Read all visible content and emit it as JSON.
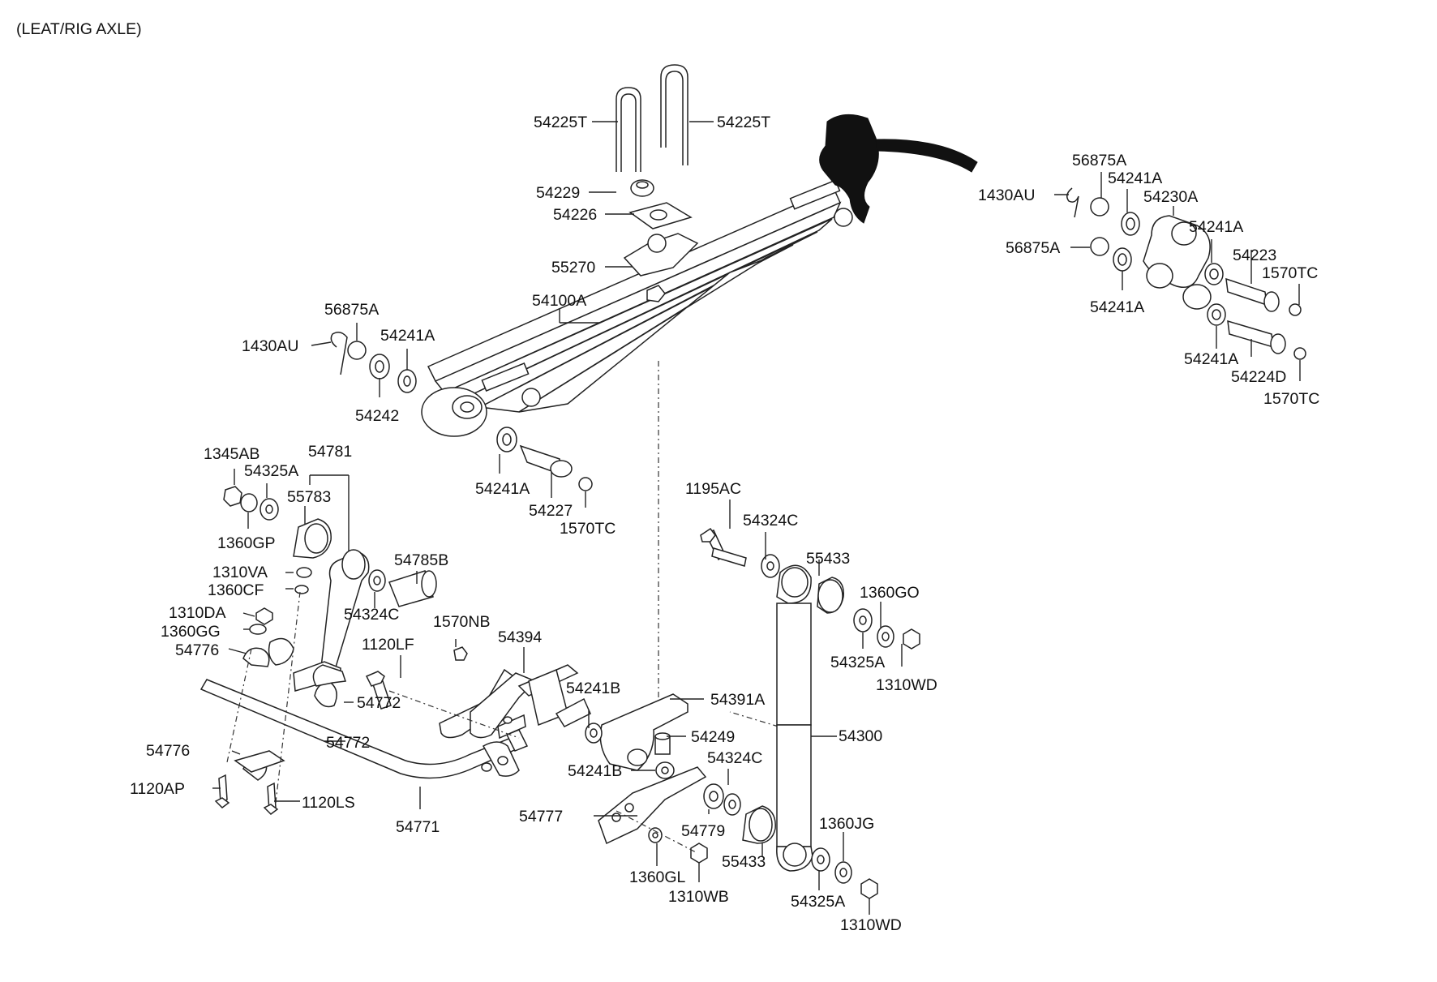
{
  "title": "(LEAT/RIG AXLE)",
  "callouts": [
    {
      "id": "u-bolt-front",
      "text": "54225T"
    },
    {
      "id": "u-bolt-rear",
      "text": "54225T"
    },
    {
      "id": "u-bolt-nut",
      "text": "54229"
    },
    {
      "id": "u-bolt-plate",
      "text": "54226"
    },
    {
      "id": "clamp-bracket",
      "text": "55270"
    },
    {
      "id": "leaf-spring",
      "text": "54100A"
    },
    {
      "id": "front-eye-washer-cap",
      "text": "56875A"
    },
    {
      "id": "front-cotter-pin",
      "text": "1430AU"
    },
    {
      "id": "front-eye-washer-a",
      "text": "54241A"
    },
    {
      "id": "front-eye-bushing",
      "text": "54242"
    },
    {
      "id": "front-eye-washer-b",
      "text": "54241A"
    },
    {
      "id": "front-pin",
      "text": "54227"
    },
    {
      "id": "front-grease",
      "text": "1570TC"
    },
    {
      "id": "shackle-cap-top",
      "text": "56875A"
    },
    {
      "id": "shackle-washer-top",
      "text": "54241A"
    },
    {
      "id": "shackle-cotter",
      "text": "1430AU"
    },
    {
      "id": "shackle",
      "text": "54230A"
    },
    {
      "id": "shackle-cap-mid",
      "text": "56875A"
    },
    {
      "id": "shackle-washer-mid",
      "text": "54241A"
    },
    {
      "id": "shackle-pin-upper",
      "text": "54223"
    },
    {
      "id": "shackle-grease-upper",
      "text": "1570TC"
    },
    {
      "id": "shackle-washer-left",
      "text": "54241A"
    },
    {
      "id": "shackle-washer-low",
      "text": "54241A"
    },
    {
      "id": "shackle-pin-lower",
      "text": "54224D"
    },
    {
      "id": "shackle-grease-lower",
      "text": "1570TC"
    },
    {
      "id": "link-nut",
      "text": "1345AB"
    },
    {
      "id": "link-bush-washer",
      "text": "54325A"
    },
    {
      "id": "link-assembly",
      "text": "54781"
    },
    {
      "id": "link-bushing",
      "text": "55783"
    },
    {
      "id": "link-washer-gp",
      "text": "1360GP"
    },
    {
      "id": "link-nut-va",
      "text": "1310VA"
    },
    {
      "id": "link-washer-cf",
      "text": "1360CF"
    },
    {
      "id": "link-pin",
      "text": "54785B"
    },
    {
      "id": "link-nut-da",
      "text": "1310DA"
    },
    {
      "id": "link-washer-gg",
      "text": "1360GG"
    },
    {
      "id": "link-washer-324",
      "text": "54324C"
    },
    {
      "id": "grease-nb",
      "text": "1570NB"
    },
    {
      "id": "bracket-54394",
      "text": "54394"
    },
    {
      "id": "bolt-1120lf",
      "text": "1120LF"
    },
    {
      "id": "bar-bracket-top",
      "text": "54776"
    },
    {
      "id": "bar-bush-upper",
      "text": "54772"
    },
    {
      "id": "bar-bush-lower",
      "text": "54772"
    },
    {
      "id": "bar-bracket-low",
      "text": "54776"
    },
    {
      "id": "bolt-1120ap",
      "text": "1120AP"
    },
    {
      "id": "bolt-1120ls",
      "text": "1120LS"
    },
    {
      "id": "stabilizer-bar",
      "text": "54771"
    },
    {
      "id": "washer-54241b-top",
      "text": "54241B"
    },
    {
      "id": "spring-seat",
      "text": "54391A"
    },
    {
      "id": "bump-stopper",
      "text": "54249"
    },
    {
      "id": "washer-54241b-low",
      "text": "54241B"
    },
    {
      "id": "bolt-1195ac",
      "text": "1195AC"
    },
    {
      "id": "shock-washer-top",
      "text": "54324C"
    },
    {
      "id": "shock-bush-top",
      "text": "55433"
    },
    {
      "id": "shock-washer-go",
      "text": "1360GO"
    },
    {
      "id": "shock-washer-325-top",
      "text": "54325A"
    },
    {
      "id": "shock-nut-top",
      "text": "1310WD"
    },
    {
      "id": "shock-absorber",
      "text": "54300"
    },
    {
      "id": "shock-washer-mid",
      "text": "54324C"
    },
    {
      "id": "lower-bracket",
      "text": "54777"
    },
    {
      "id": "bracket-washer",
      "text": "54779"
    },
    {
      "id": "shock-bush-low",
      "text": "55433"
    },
    {
      "id": "washer-1360gl",
      "text": "1360GL"
    },
    {
      "id": "nut-1310wb",
      "text": "1310WB"
    },
    {
      "id": "shock-washer-jg",
      "text": "1360JG"
    },
    {
      "id": "shock-washer-325-low",
      "text": "54325A"
    },
    {
      "id": "shock-nut-low",
      "text": "1310WD"
    }
  ]
}
